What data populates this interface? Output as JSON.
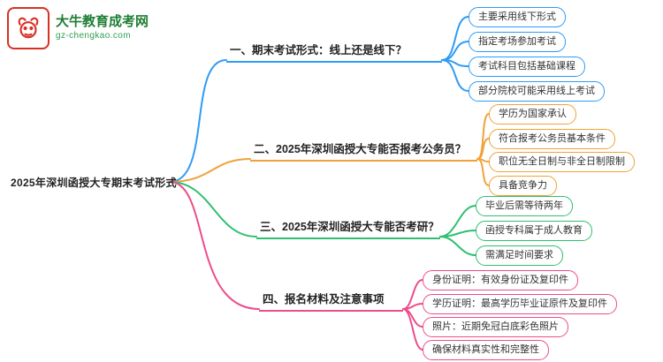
{
  "logo": {
    "icon": "bull-icon",
    "title": "大牛教育成考网",
    "domain": "gz-chengkao.com",
    "brand_red": "#d93025",
    "brand_green": "#1e7e34"
  },
  "root": {
    "label": "2025年深圳函授大专期末考试形式"
  },
  "colors": {
    "branch1": "#2f9bf4",
    "branch2": "#efa23a",
    "branch3": "#2fbf71",
    "branch4": "#ec4d8b"
  },
  "branches": [
    {
      "label": "一、期末考试形式：线上还是线下？",
      "color": "#2f9bf4",
      "children": [
        "主要采用线下形式",
        "指定考场参加考试",
        "考试科目包括基础课程",
        "部分院校可能采用线上考试"
      ]
    },
    {
      "label": "二、2025年深圳函授大专能否报考公务员？",
      "color": "#efa23a",
      "children": [
        "学历为国家承认",
        "符合报考公务员基本条件",
        "职位无全日制与非全日制限制",
        "具备竞争力"
      ]
    },
    {
      "label": "三、2025年深圳函授大专能否考研？",
      "color": "#2fbf71",
      "children": [
        "毕业后需等待两年",
        "函授专科属于成人教育",
        "需满足时间要求"
      ]
    },
    {
      "label": "四、报名材料及注意事项",
      "color": "#ec4d8b",
      "children": [
        "身份证明：有效身份证及复印件",
        "学历证明：最高学历毕业证原件及复印件",
        "照片：近期免冠白底彩色照片",
        "确保材料真实性和完整性"
      ]
    }
  ]
}
